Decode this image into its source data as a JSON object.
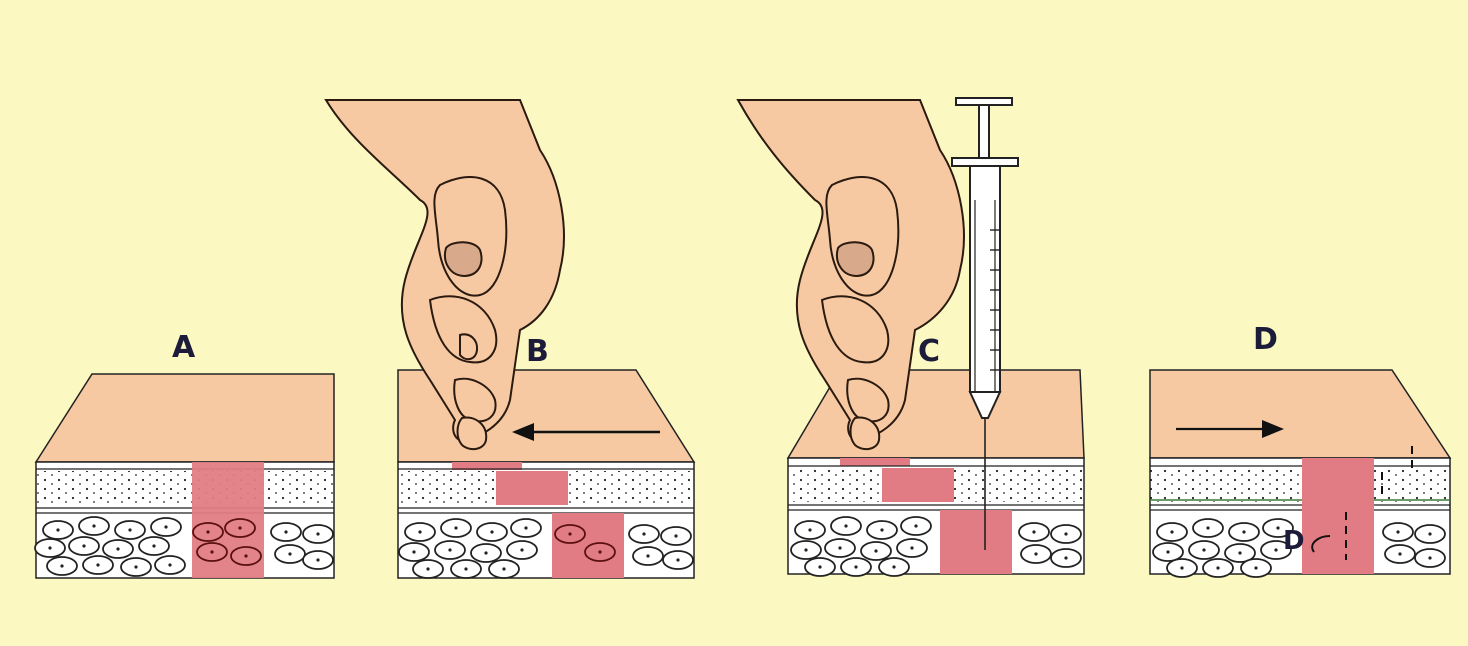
{
  "diagram": {
    "panels": [
      {
        "id": "A",
        "label": "A"
      },
      {
        "id": "B",
        "label": "B"
      },
      {
        "id": "C",
        "label": "C"
      },
      {
        "id": "D",
        "label": "D"
      }
    ],
    "inner_label": "D",
    "colors": {
      "background": "#FCF8C2",
      "skin": "#F6C9A3",
      "tissue_highlight": "#E27C84",
      "outline": "#1c1c1c"
    }
  }
}
